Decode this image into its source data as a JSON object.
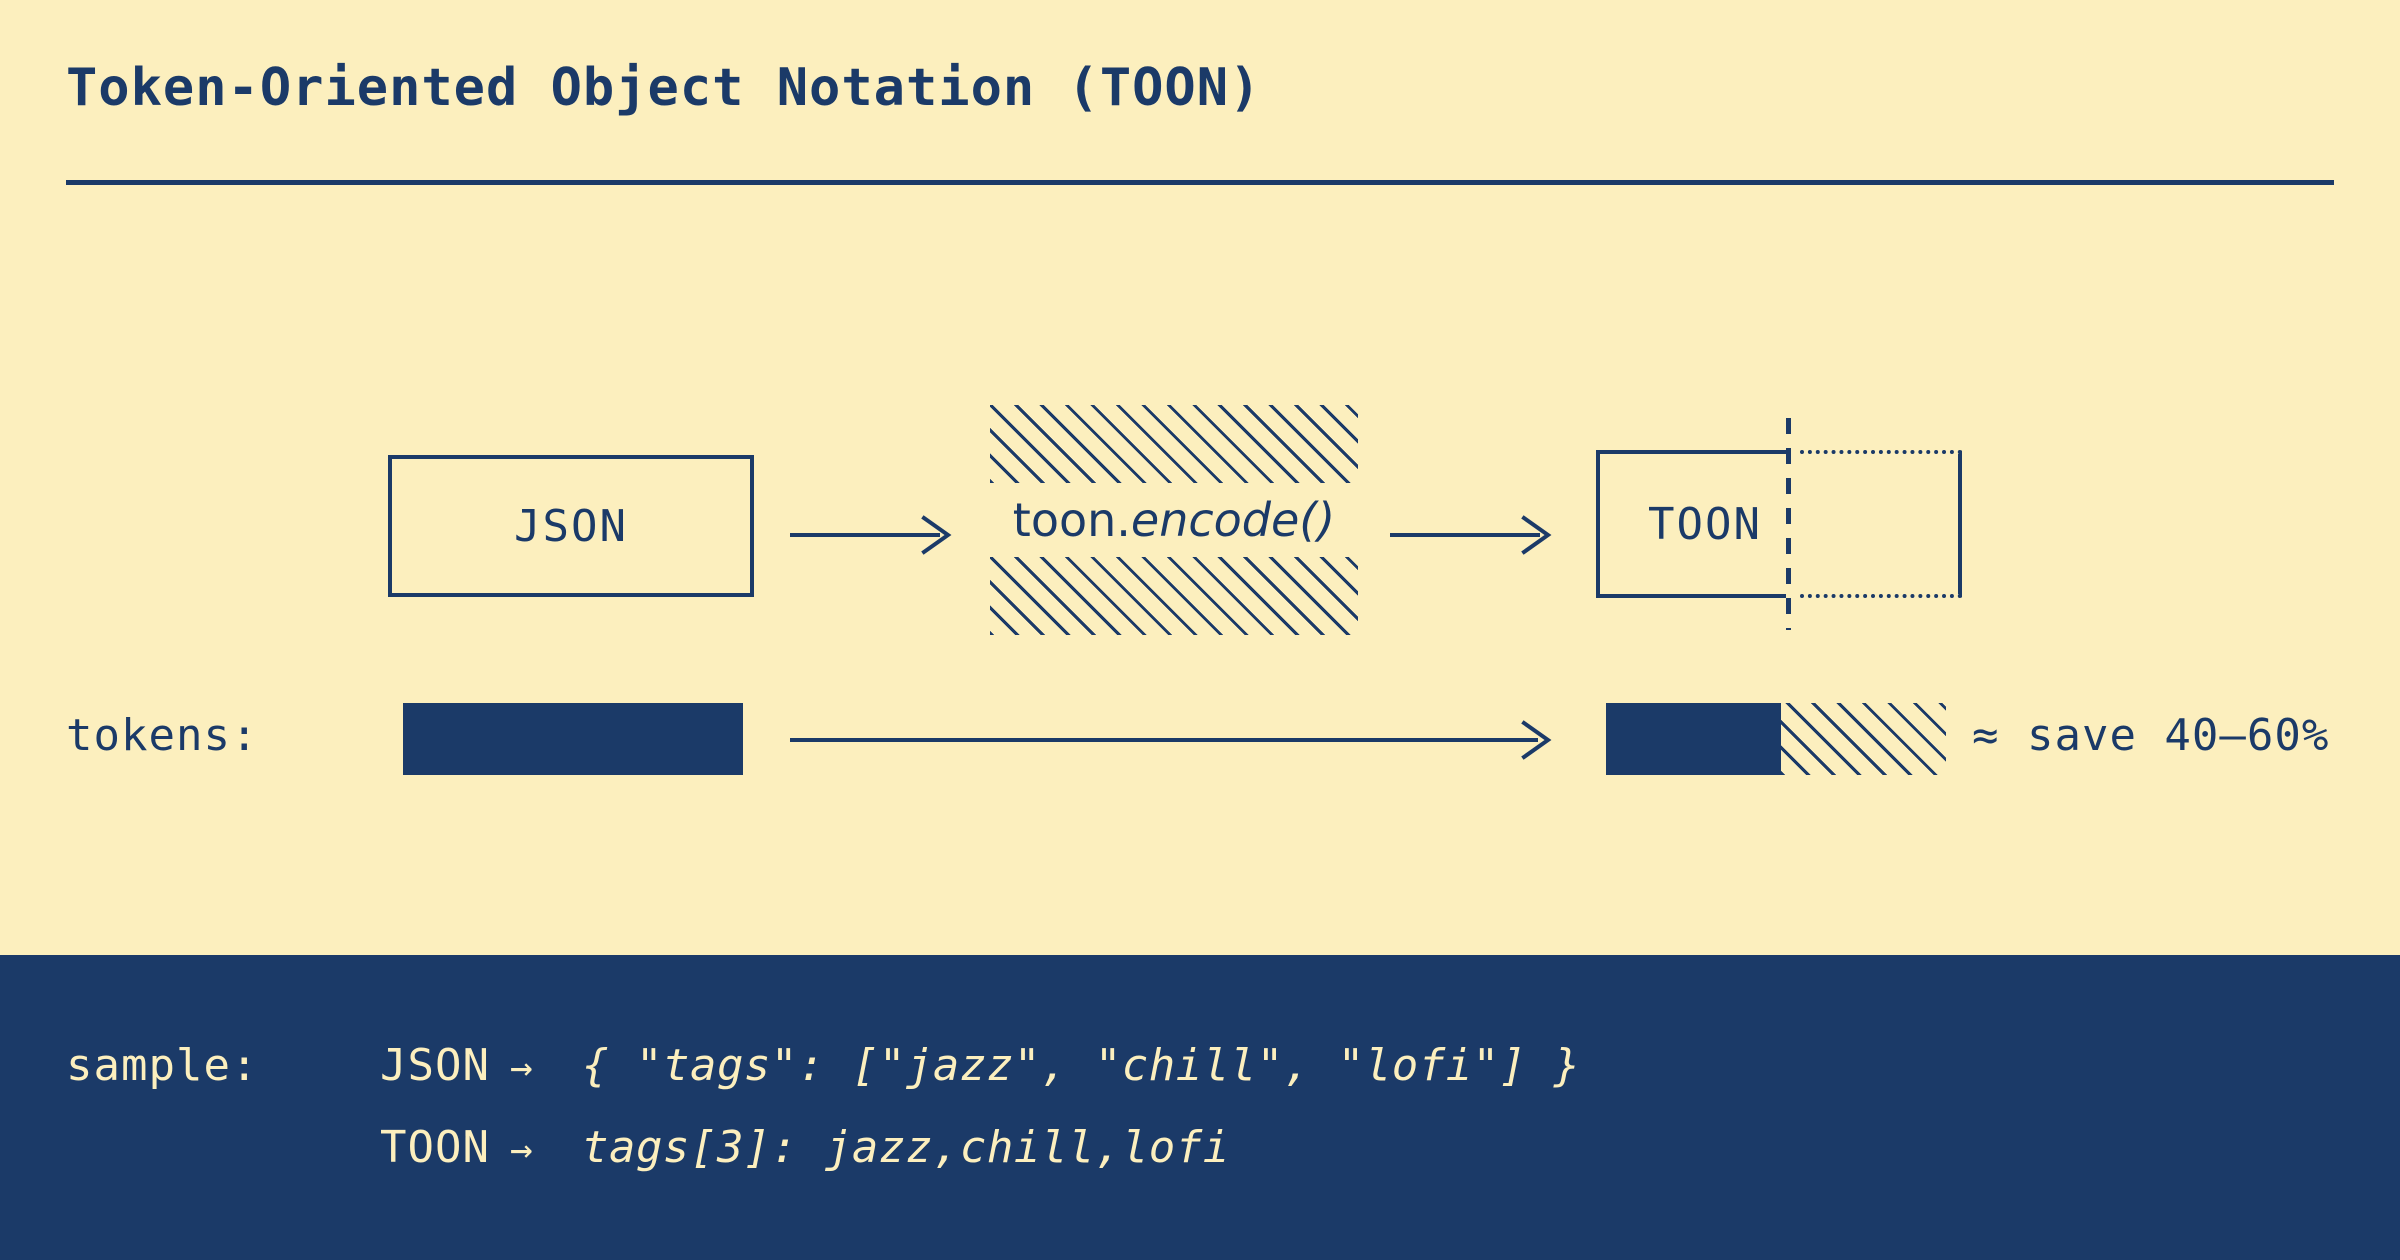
{
  "page": {
    "title": "Token-Oriented Object Notation (TOON)",
    "background_color": "#FCEFBE",
    "ink_color": "#1B3A68"
  },
  "flow": {
    "source_box_label": "JSON",
    "transform_label_plain": "toon.",
    "transform_label_italic": "encode()",
    "result_box_label": "TOON",
    "arrow_glyph": "→"
  },
  "tokens": {
    "label": "tokens:",
    "json_bar_caption": "",
    "toon_bar_caption": "",
    "savings_note": "≈ save 40–60%"
  },
  "sample": {
    "label": "sample:",
    "arrow_glyph": "→",
    "rows": [
      {
        "kind": "JSON",
        "code": "{ \"tags\": [\"jazz\", \"chill\", \"lofi\"] }"
      },
      {
        "kind": "TOON",
        "code": "tags[3]: jazz,chill,lofi"
      }
    ]
  }
}
